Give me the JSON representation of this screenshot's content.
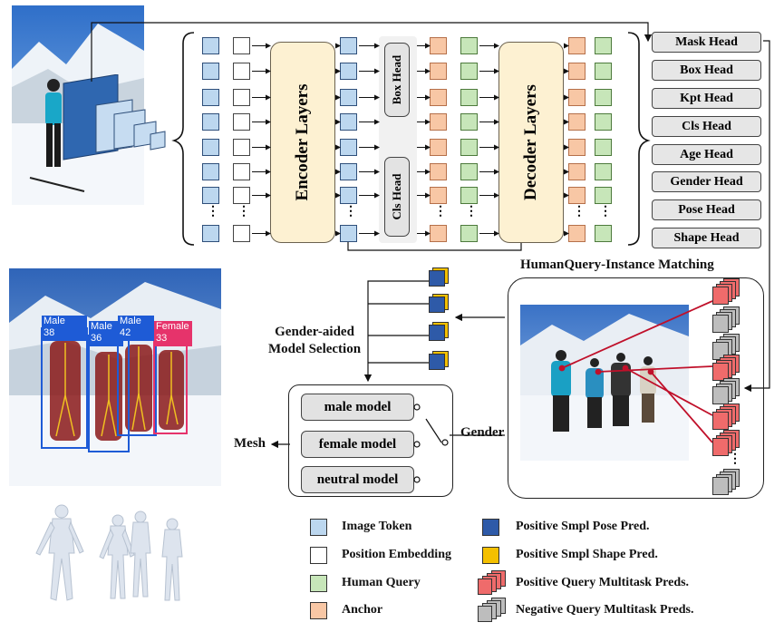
{
  "encoder": {
    "label": "Encoder Layers"
  },
  "decoder": {
    "label": "Decoder Layers"
  },
  "mid_heads": {
    "box": "Box Head",
    "cls": "Cls Head"
  },
  "heads": [
    "Mask Head",
    "Box Head",
    "Kpt Head",
    "Cls Head",
    "Age Head",
    "Gender Head",
    "Pose Head",
    "Shape Head"
  ],
  "matching_title": "HumanQuery-Instance Matching",
  "gender_selection": {
    "line1": "Gender-aided",
    "line2": "Model Selection"
  },
  "models": [
    "male model",
    "female model",
    "neutral model"
  ],
  "gender_label": "Gender",
  "mesh_label": "Mesh",
  "detections": [
    {
      "label": "Male",
      "age": "38",
      "color": "#1e5bd6"
    },
    {
      "label": "Male",
      "age": "36",
      "color": "#1e5bd6"
    },
    {
      "label": "Male",
      "age": "42",
      "color": "#1e5bd6"
    },
    {
      "label": "Female",
      "age": "33",
      "color": "#e6336b"
    }
  ],
  "legend": [
    {
      "text": "Image Token",
      "swatch": "#bcd7ef"
    },
    {
      "text": "Position Embedding",
      "swatch": "#ffffff"
    },
    {
      "text": "Human Query",
      "swatch": "#c7e6b9"
    },
    {
      "text": "Anchor",
      "swatch": "#f8c7a5"
    },
    {
      "text": "Positive Smpl Pose Pred.",
      "swatch": "#2e5aa8"
    },
    {
      "text": "Positive Smpl Shape Pred.",
      "swatch": "#f4c000"
    },
    {
      "text": "Positive Query Multitask Preds.",
      "swatch": "#ef6b6b"
    },
    {
      "text": "Negative Query Multitask Preds.",
      "swatch": "#bdbdbd"
    }
  ],
  "colors": {
    "image_token": "#bcd7ef",
    "human_query": "#c7e6b9",
    "anchor": "#f8c7a5",
    "layer_fill": "#fdf1d2",
    "positive": "#ef6b6b",
    "negative": "#bdbdbd",
    "pose": "#2e5aa8",
    "shape": "#f4c000",
    "match_line": "#c0102a"
  }
}
